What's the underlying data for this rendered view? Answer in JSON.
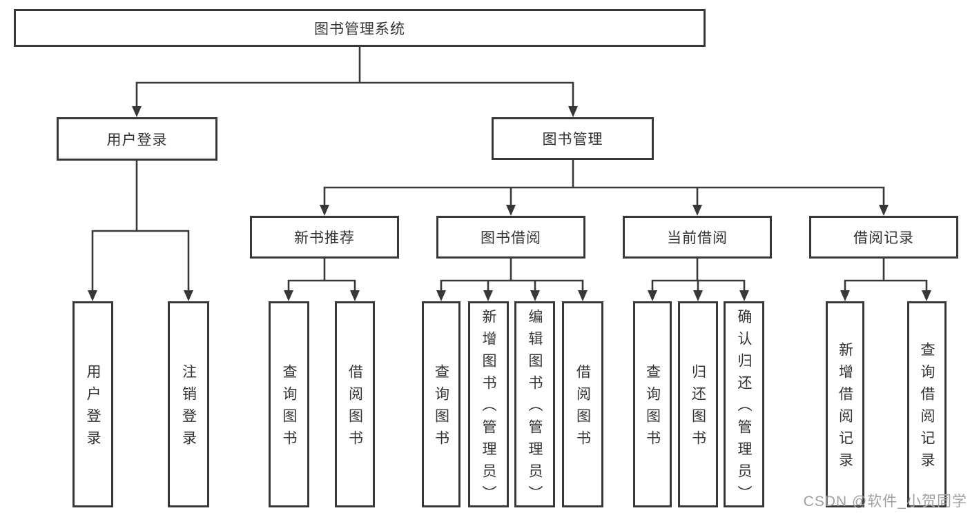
{
  "diagram": {
    "root": {
      "label": "图书管理系统"
    },
    "level2": {
      "user_login": "用户登录",
      "book_mgmt": "图书管理"
    },
    "level3": {
      "new_book": "新书推荐",
      "book_borrow": "图书借阅",
      "current_borrow": "当前借阅",
      "borrow_record": "借阅记录"
    },
    "leaves": {
      "user_login": "用户登录",
      "logout": "注销登录",
      "nb_query": "查询图书",
      "nb_borrow": "借阅图书",
      "bb_query": "查询图书",
      "bb_add": "新增图书（管理员）",
      "bb_edit": "编辑图书（管理员）",
      "bb_borrow": "借阅图书",
      "cb_query": "查询图书",
      "cb_return": "归还图书",
      "cb_confirm": "确认归还（管理员）",
      "br_add": "新增借阅记录",
      "br_query": "查询借阅记录"
    },
    "watermark": "CSDN @软件_小贺同学",
    "colors": {
      "line": "#383838",
      "text": "#333333",
      "watermark": "#a0a0a0",
      "background": "#ffffff"
    }
  }
}
